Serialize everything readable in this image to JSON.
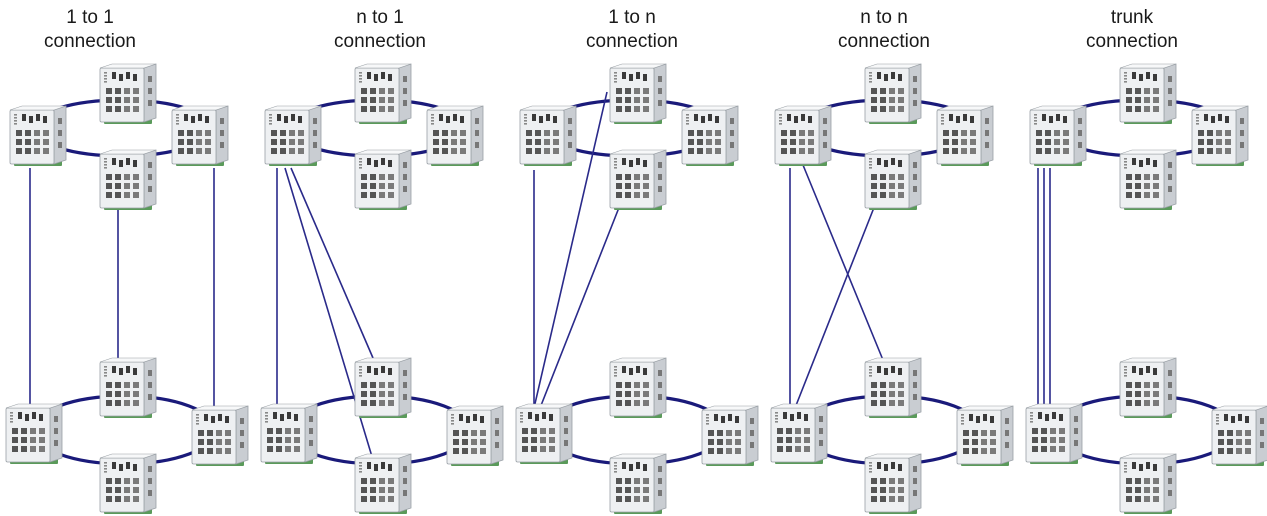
{
  "panels": [
    {
      "id": "one-to-one",
      "title_line1": "1 to 1",
      "title_line2": "connection"
    },
    {
      "id": "n-to-one",
      "title_line1": "n to 1",
      "title_line2": "connection"
    },
    {
      "id": "one-to-n",
      "title_line1": "1 to n",
      "title_line2": "connection"
    },
    {
      "id": "n-to-n",
      "title_line1": "n to n",
      "title_line2": "connection"
    },
    {
      "id": "trunk",
      "title_line1": "trunk",
      "title_line2": "connection"
    }
  ],
  "colors": {
    "ring": "#1a1a7a",
    "link": "#2a2a8a",
    "switch_body": "#eef0f2",
    "switch_edge": "#9aa0a6",
    "switch_port": "#3a3a3a",
    "switch_base": "#5a9a5a"
  },
  "icons": {
    "node": "industrial-ethernet-switch"
  }
}
